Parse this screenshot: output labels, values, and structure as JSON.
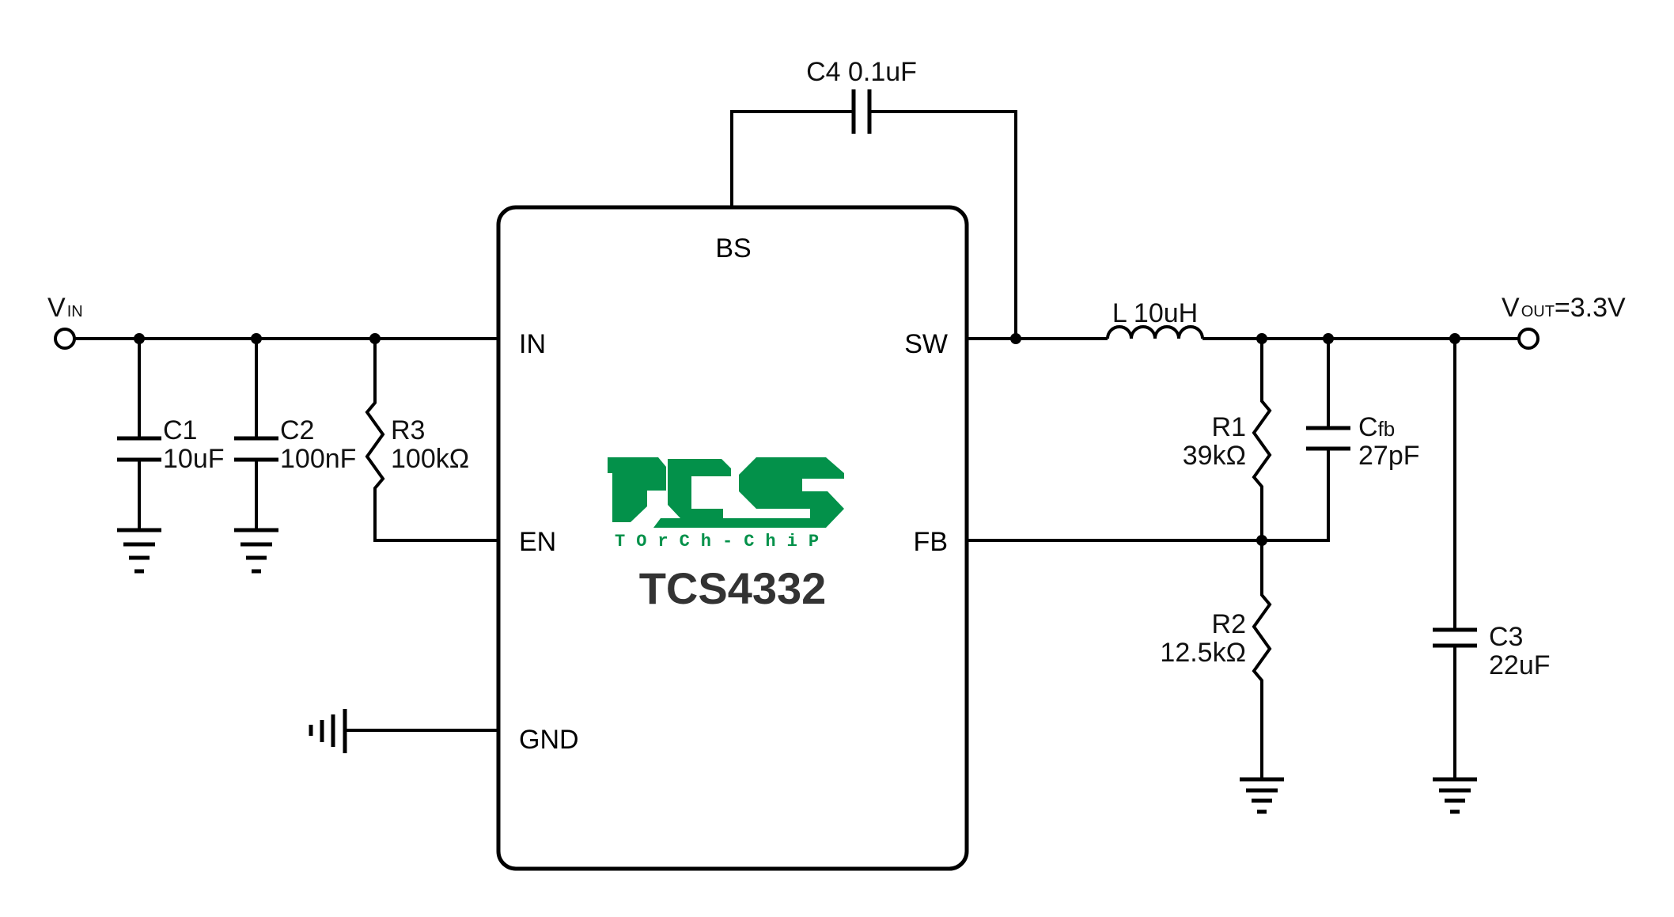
{
  "chip": {
    "part_number": "TCS4332",
    "logo_text": "TCS",
    "logo_tagline": "TOrCh-ChiP",
    "brand_color": "#03914A",
    "pins": {
      "bs": "BS",
      "in": "IN",
      "sw": "SW",
      "en": "EN",
      "fb": "FB",
      "gnd": "GND"
    }
  },
  "nets": {
    "vin": {
      "label": "V",
      "sub": "IN"
    },
    "vout": {
      "label": "V",
      "sub": "OUT",
      "suffix": "=3.3V"
    }
  },
  "components": {
    "c1": {
      "ref": "C1",
      "value": "10uF"
    },
    "c2": {
      "ref": "C2",
      "value": "100nF"
    },
    "r3": {
      "ref": "R3",
      "value": "100kΩ"
    },
    "c4": {
      "ref": "C4",
      "value": "0.1uF",
      "label": "C4 0.1uF"
    },
    "l": {
      "ref": "L",
      "value": "10uH",
      "label": "L 10uH"
    },
    "r1": {
      "ref": "R1",
      "value": "39kΩ"
    },
    "cfb": {
      "ref": "C",
      "ref_sub": "fb",
      "value": "27pF"
    },
    "r2": {
      "ref": "R2",
      "value": "12.5kΩ"
    },
    "c3": {
      "ref": "C3",
      "value": "22uF"
    }
  }
}
